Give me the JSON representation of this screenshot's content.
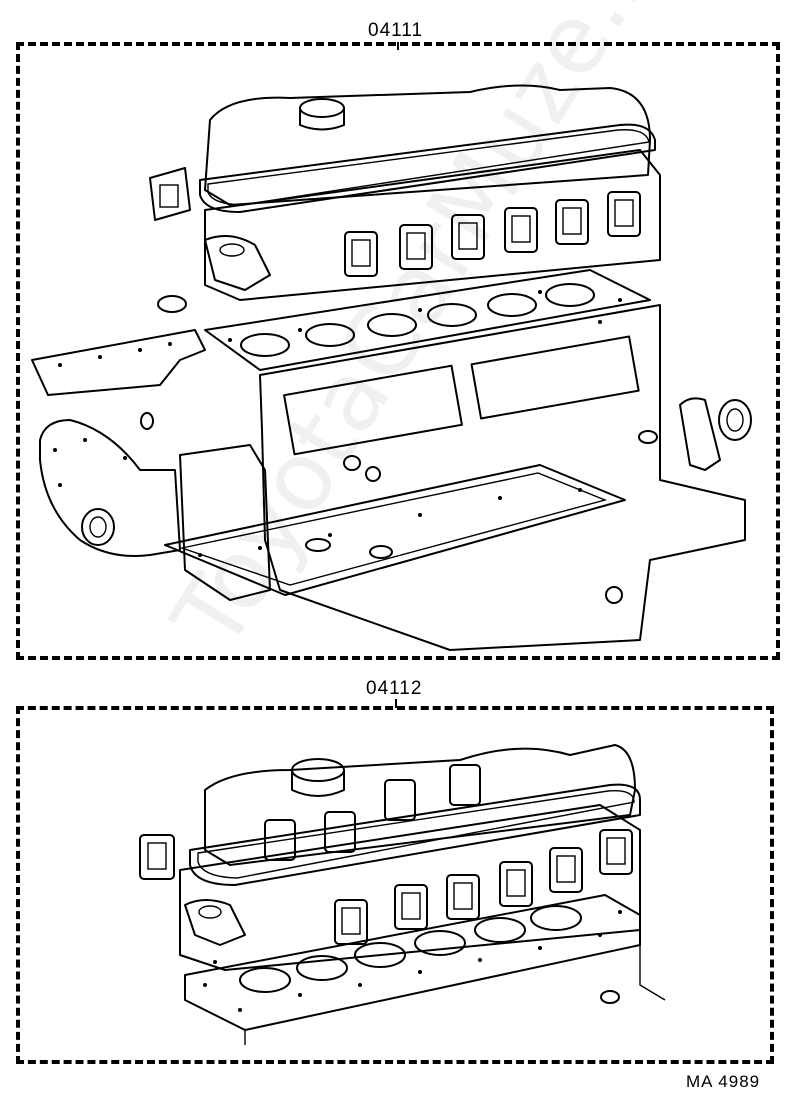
{
  "diagram": {
    "callout_top": "04111",
    "callout_bottom": "04112",
    "figure_id": "MA 4989",
    "watermark": "ToyotaCarMuze.ru",
    "colors": {
      "line": "#000000",
      "background": "#ffffff"
    }
  }
}
